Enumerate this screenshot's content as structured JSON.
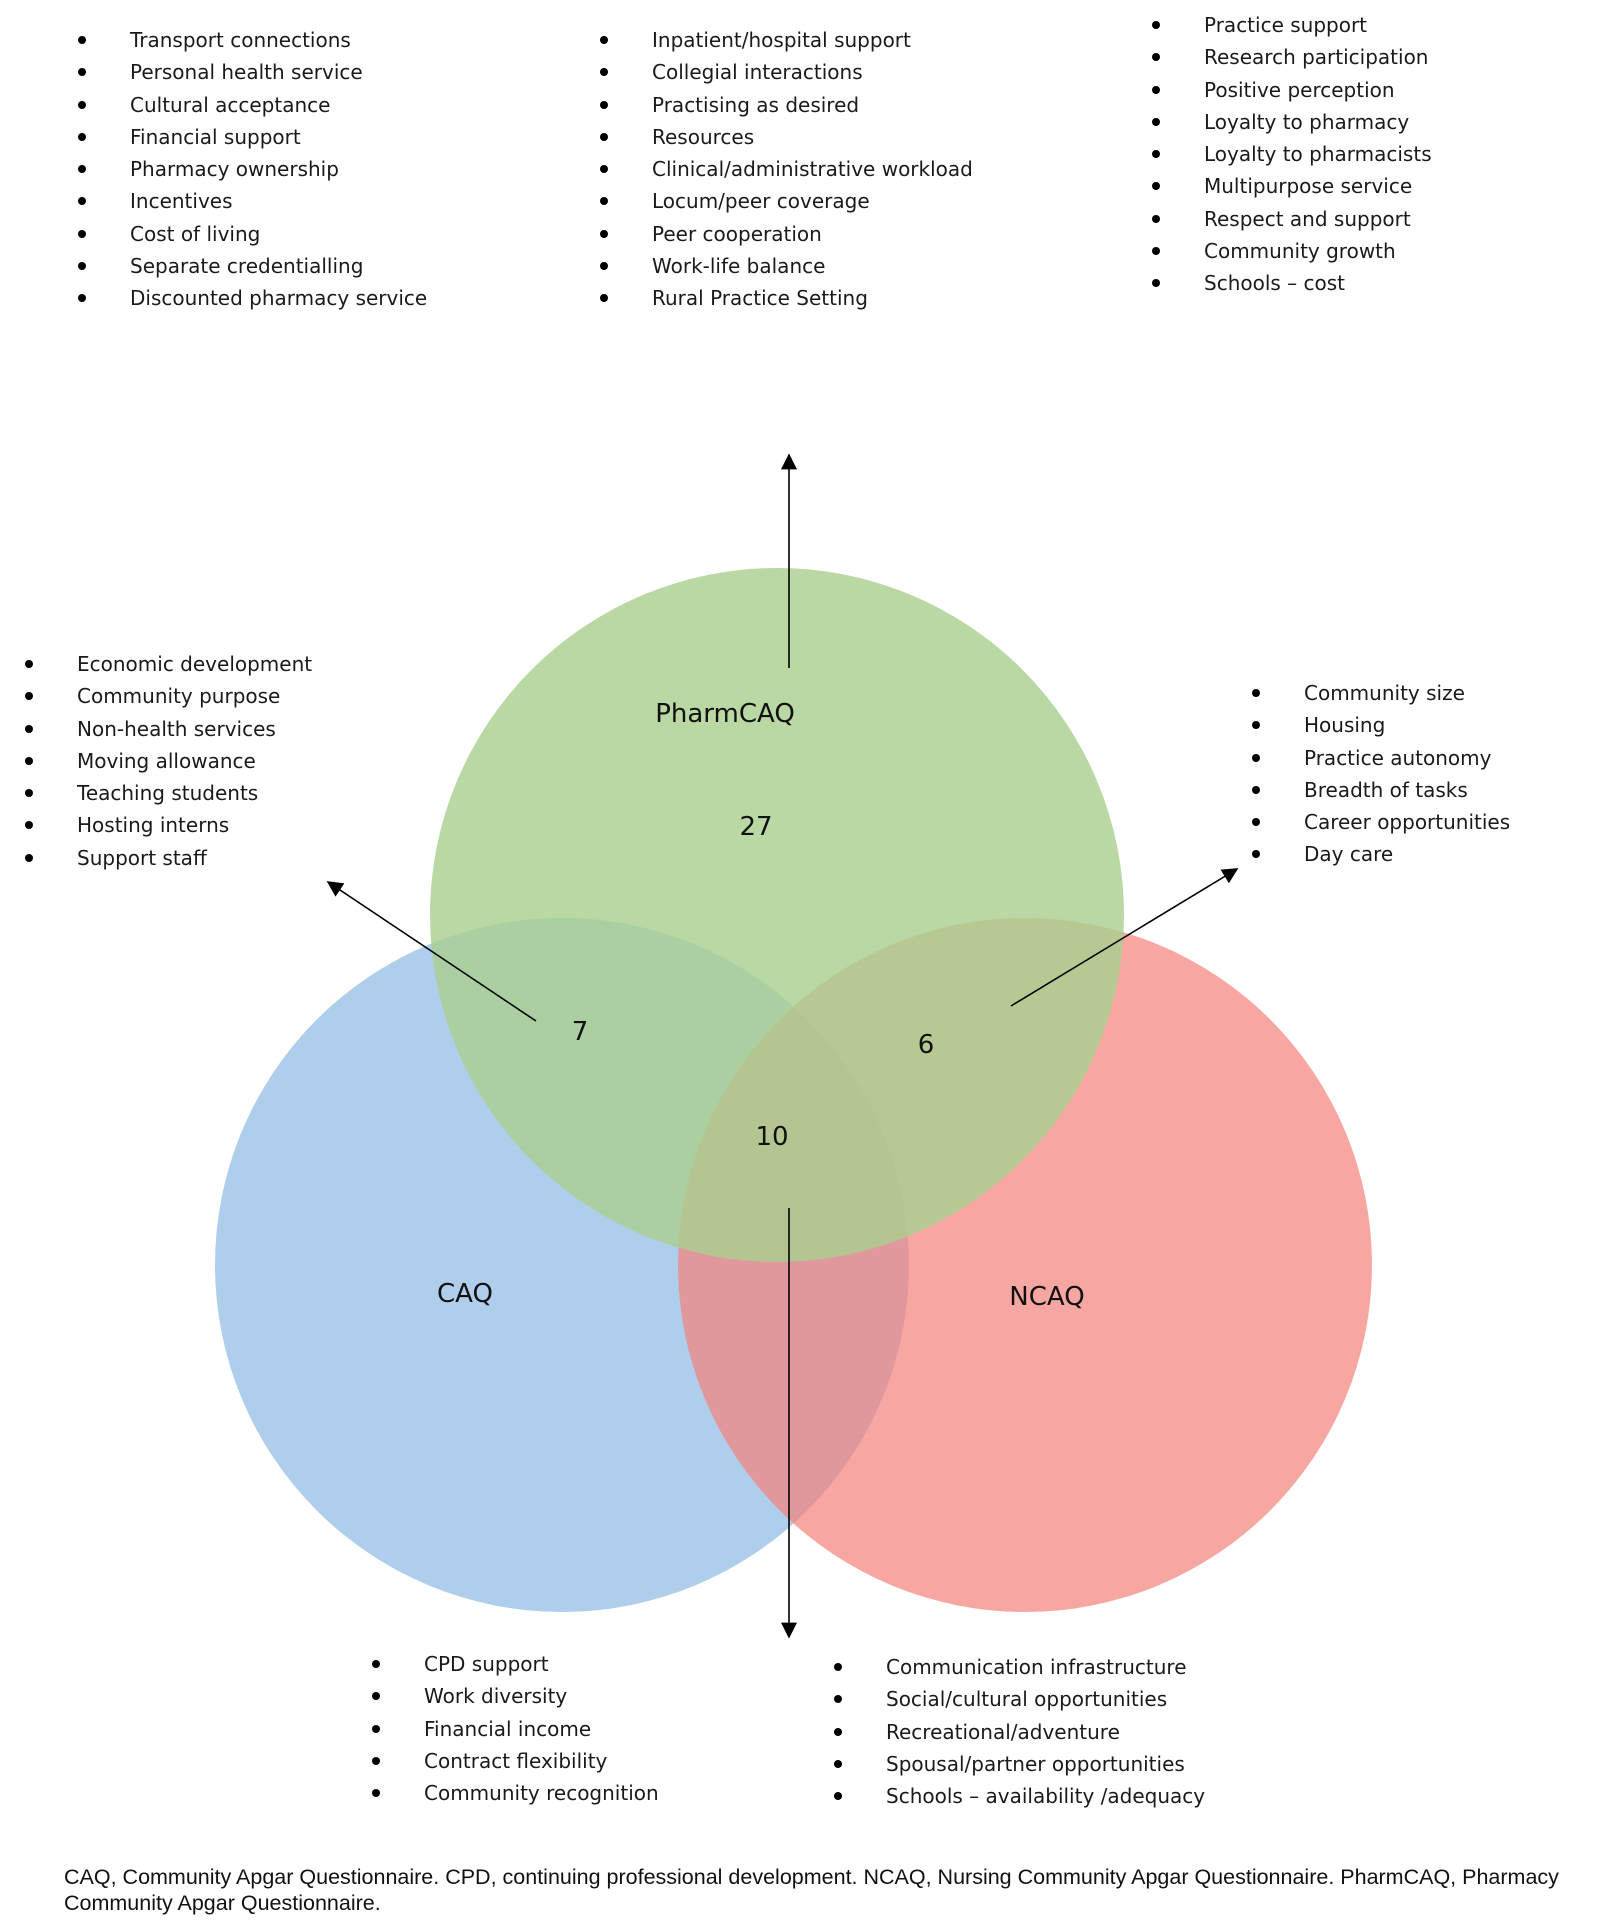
{
  "lists": {
    "top_left": [
      "Transport connections",
      "Personal health service",
      "Cultural acceptance",
      "Financial support",
      "Pharmacy ownership",
      "Incentives",
      "Cost of living",
      "Separate credentialling",
      "Discounted pharmacy service"
    ],
    "top_middle": [
      "Inpatient/hospital support",
      "Collegial interactions",
      "Practising as desired",
      "Resources",
      "Clinical/administrative workload",
      "Locum/peer coverage",
      "Peer cooperation",
      "Work-life balance",
      "Rural Practice Setting"
    ],
    "top_right": [
      "Practice support",
      "Research participation",
      "Positive perception",
      "Loyalty to pharmacy",
      "Loyalty to pharmacists",
      "Multipurpose service",
      "Respect and support",
      "Community growth",
      "Schools – cost"
    ],
    "mid_left": [
      "Economic development",
      "Community purpose",
      "Non-health services",
      "Moving allowance",
      "Teaching students",
      "Hosting interns",
      "Support staff"
    ],
    "mid_right": [
      "Community size",
      "Housing",
      "Practice autonomy",
      "Breadth of tasks",
      "Career opportunities",
      "Day care"
    ],
    "bottom_left": [
      "CPD support",
      "Work diversity",
      "Financial income",
      "Contract flexibility",
      "Community recognition"
    ],
    "bottom_right": [
      "Communication infrastructure",
      "Social/cultural opportunities",
      "Recreational/adventure",
      "Spousal/partner opportunities",
      "Schools – availability /adequacy"
    ]
  },
  "venn": {
    "sets": {
      "pharmcaq": "PharmCAQ",
      "caq": "CAQ",
      "ncaq": "NCAQ"
    },
    "counts": {
      "pharmcaq_only": "27",
      "pharmcaq_caq": "7",
      "pharmcaq_ncaq": "6",
      "all_three": "10"
    },
    "colors": {
      "pharmcaq": "#a9cf8f",
      "caq": "#9dc3e6",
      "ncaq": "#f4837d"
    }
  },
  "caption": "CAQ, Community Apgar Questionnaire. CPD, continuing professional development. NCAQ, Nursing Community Apgar Questionnaire. PharmCAQ, Pharmacy Community Apgar Questionnaire."
}
